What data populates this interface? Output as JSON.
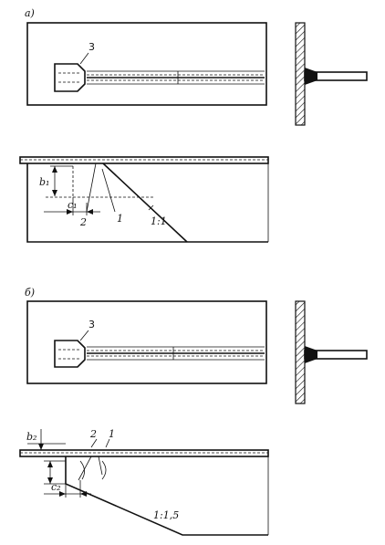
{
  "figure_a": {
    "panel_label": "а)",
    "marker_3": "3",
    "marker_1": "1",
    "marker_2": "2",
    "dim_b": "b₁",
    "dim_c": "c₁",
    "slope": "1:1"
  },
  "figure_b": {
    "panel_label": "б)",
    "marker_3": "3",
    "marker_1": "1",
    "marker_2": "2",
    "dim_b": "b₂",
    "dim_c": "c₂",
    "slope": "1:1,5"
  }
}
